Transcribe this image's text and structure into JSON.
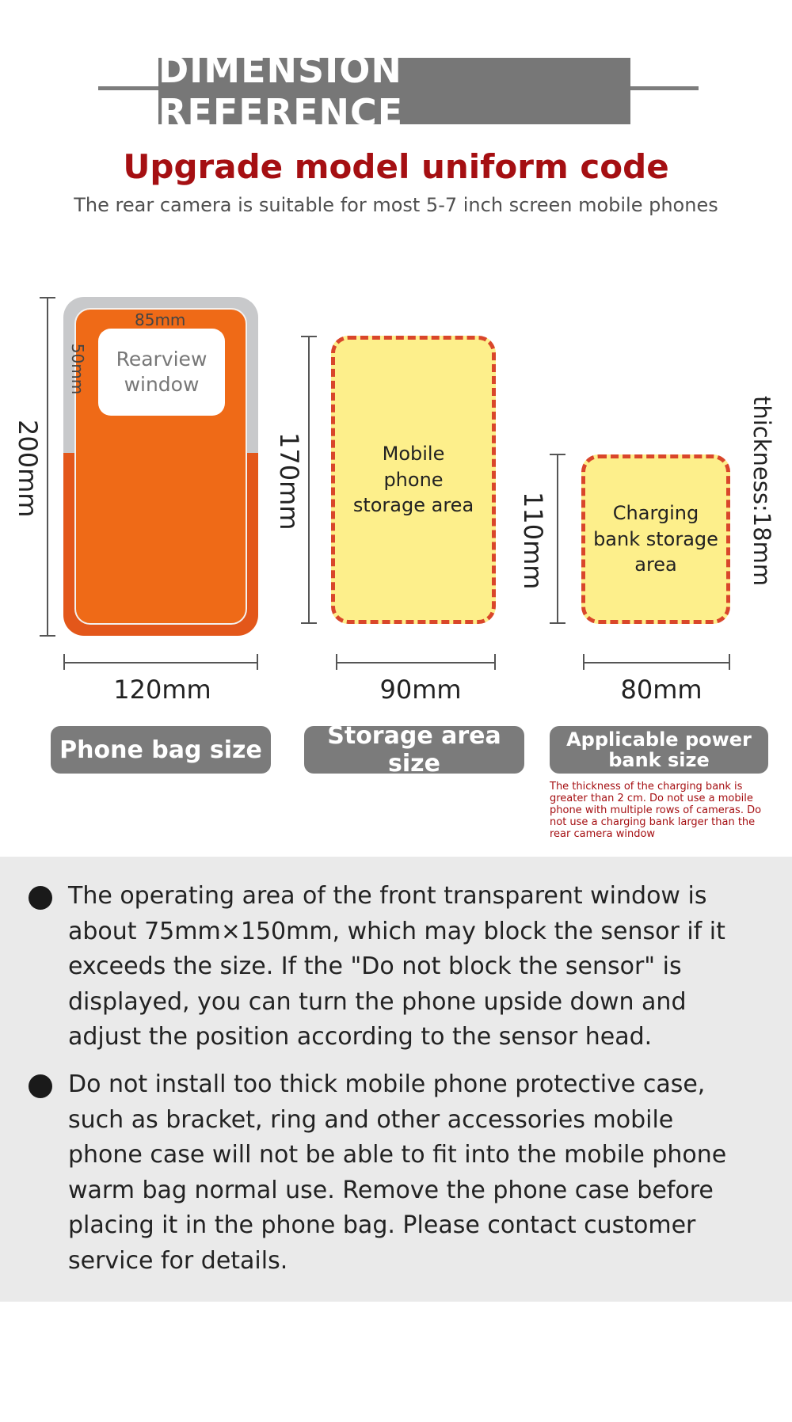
{
  "header": {
    "title": "DIMENSION REFERENCE"
  },
  "intro": {
    "subtitle": "Upgrade model uniform code",
    "description": "The rear camera is suitable for most 5-7 inch screen mobile phones"
  },
  "phone_bag": {
    "height_label": "200mm",
    "width_label": "120mm",
    "window_width_label": "85mm",
    "window_height_label": "50mm",
    "window_text": "Rearview window",
    "caption": "Phone bag size"
  },
  "storage_area": {
    "height_label": "170mm",
    "width_label": "90mm",
    "text": "Mobile phone storage area",
    "caption": "Storage area size"
  },
  "power_bank": {
    "height_label": "110mm",
    "width_label": "80mm",
    "thickness_label": "thickness:18mm",
    "text": "Charging bank storage area",
    "caption": "Applicable power bank size",
    "note": "The thickness of the charging bank is greater than 2 cm. Do not use a mobile phone with multiple rows of cameras. Do not use a charging bank larger than the rear camera window"
  },
  "bullets": [
    "The operating area of the front transparent window is about 75mm×150mm, which may block the sensor if it exceeds the size. If the \"Do not block the sensor\" is displayed, you can turn the phone upside down and adjust the position according to the sensor head.",
    "Do not install too thick mobile phone protective case, such as bracket, ring and other accessories mobile phone case will not be able to fit into the mobile phone warm bag normal use. Remove the phone case before placing it in the phone bag. Please contact customer service for details."
  ],
  "colors": {
    "accent_red": "#a50f12",
    "bag_orange": "#ef6a17",
    "zone_yellow": "#fdef8b",
    "dashed_border": "#d9462a",
    "pill_gray": "#7b7b7b"
  }
}
